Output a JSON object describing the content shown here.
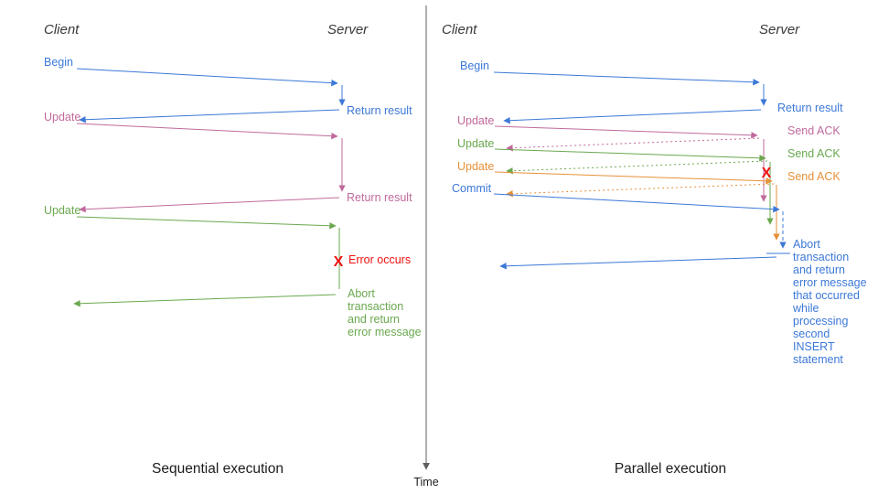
{
  "colors": {
    "blue": "#3c78d8",
    "pink": "#c06a9c",
    "green": "#6aa84f",
    "orange": "#e69138",
    "red": "#ee1111",
    "ink": "#3a3a3a",
    "black": "#1c1c1c",
    "axis": "#5f5f5f"
  },
  "time_axis": {
    "label": "Time"
  },
  "left": {
    "title": "Sequential execution",
    "client_header": "Client",
    "server_header": "Server",
    "begin": "Begin",
    "return_result_1": "Return result",
    "update_1": "Update",
    "return_result_2": "Return result",
    "update_2": "Update",
    "error_mark": "X",
    "error_label": "Error occurs",
    "abort_lines": [
      "Abort",
      "transaction",
      "and return",
      "error message"
    ]
  },
  "right": {
    "title": "Parallel execution",
    "client_header": "Client",
    "server_header": "Server",
    "begin": "Begin",
    "return_result": "Return result",
    "update_1": "Update",
    "send_ack_1": "Send ACK",
    "update_2": "Update",
    "send_ack_2": "Send ACK",
    "update_3": "Update",
    "send_ack_3": "Send ACK",
    "commit": "Commit",
    "error_mark": "X",
    "abort_lines": [
      "Abort",
      "transaction",
      "and return",
      "error message",
      "that occurred",
      "while",
      "processing",
      "second",
      "INSERT",
      "statement"
    ]
  }
}
